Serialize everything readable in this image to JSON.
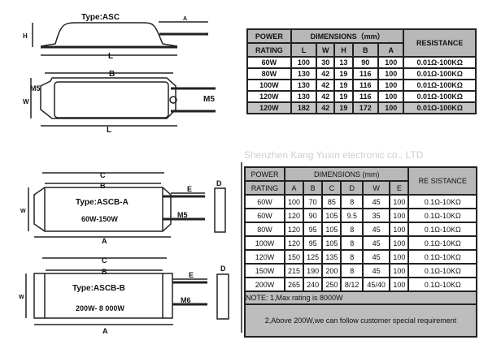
{
  "watermark": "Shenzhen Kang Yuxin electronic co., LTD",
  "asc": {
    "type_label": "Type:ASC",
    "dims": {
      "H": "H",
      "L": "L",
      "A": "A",
      "B": "B",
      "W": "W",
      "M5_left": "M5",
      "M5_right": "M5"
    }
  },
  "ascb_a": {
    "type_label": "Type:ASCB-A",
    "range": "60W-150W",
    "dims": {
      "A": "A",
      "B": "B",
      "C": "C",
      "D": "D",
      "E": "E",
      "W": "W",
      "M": "M5"
    }
  },
  "ascb_b": {
    "type_label": "Type:ASCB-B",
    "range": "200W- 8 000W",
    "dims": {
      "A": "A",
      "B": "B",
      "C": "C",
      "D": "D",
      "E": "E",
      "W": "W",
      "M": "M6"
    }
  },
  "table1": {
    "power_header": [
      "POWER",
      "RATING"
    ],
    "dims_header": "DIMENSIONS（mm）",
    "columns": [
      "L",
      "W",
      "H",
      "B",
      "A"
    ],
    "resistance_header": "RESISTANCE",
    "rows": [
      [
        "60W",
        "100",
        "30",
        "13",
        "90",
        "100",
        "0.01Ω-100KΩ"
      ],
      [
        "80W",
        "130",
        "42",
        "19",
        "116",
        "100",
        "0.01Ω-100KΩ"
      ],
      [
        "100W",
        "130",
        "42",
        "19",
        "116",
        "100",
        "0.01Ω-100KΩ"
      ],
      [
        "120W",
        "130",
        "42",
        "19",
        "116",
        "100",
        "0.01Ω-100KΩ"
      ],
      [
        "120W",
        "182",
        "42",
        "19",
        "172",
        "100",
        "0.01Ω-100KΩ"
      ]
    ]
  },
  "table2": {
    "power_header": [
      "POWER",
      "RATING"
    ],
    "dims_header": "DIMENSIONS (mm)",
    "columns": [
      "A",
      "B",
      "C",
      "D",
      "W",
      "E"
    ],
    "resistance_header": "RE SISTANCE",
    "rows": [
      [
        "60W",
        "100",
        "70",
        "85",
        "8",
        "45",
        "100",
        "0.1Ω-10KΩ"
      ],
      [
        "60W",
        "120",
        "90",
        "105",
        "9.5",
        "35",
        "100",
        "0.1Ω-10KΩ"
      ],
      [
        "80W",
        "120",
        "95",
        "105",
        "8",
        "45",
        "100",
        "0.1Ω-10KΩ"
      ],
      [
        "100W",
        "120",
        "95",
        "105",
        "8",
        "45",
        "100",
        "0.1Ω-10KΩ"
      ],
      [
        "120W",
        "150",
        "125",
        "135",
        "8",
        "45",
        "100",
        "0.1Ω-10KΩ"
      ],
      [
        "150W",
        "215",
        "190",
        "200",
        "8",
        "45",
        "100",
        "0.1Ω-10KΩ"
      ],
      [
        "200W",
        "265",
        "240",
        "250",
        "8/12",
        "45/40",
        "100",
        "0.1Ω-10KΩ"
      ]
    ],
    "note1": "NOTE: 1,Max rating is 8000W",
    "note2": "2,Above 200W,we can follow customer special requirement"
  }
}
